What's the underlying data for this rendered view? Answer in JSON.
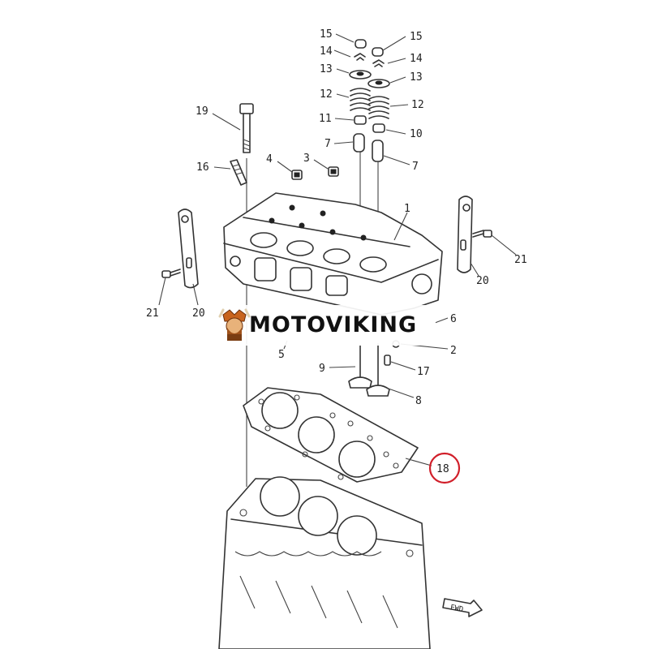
{
  "labels": {
    "l15a": "15",
    "l15b": "15",
    "l14a": "14",
    "l14b": "14",
    "l13a": "13",
    "l13b": "13",
    "l12a": "12",
    "l12b": "12",
    "l11": "11",
    "l10": "10",
    "l7a": "7",
    "l7b": "7",
    "l19": "19",
    "l4": "4",
    "l3": "3",
    "l16": "16",
    "l1": "1",
    "l20a": "20",
    "l20b": "20",
    "l21a": "21",
    "l21b": "21",
    "l5": "5",
    "l6": "6",
    "l2": "2",
    "l9": "9",
    "l17": "17",
    "l8": "8",
    "l18": "18",
    "fwd": "FWD"
  },
  "watermark": {
    "brand": "MOTOVIKING"
  },
  "colors": {
    "highlight_circle": "#d11f2a",
    "line": "#333333",
    "logo_orange": "#c8641e"
  },
  "icons": {
    "logo": "viking-mascot-icon"
  }
}
